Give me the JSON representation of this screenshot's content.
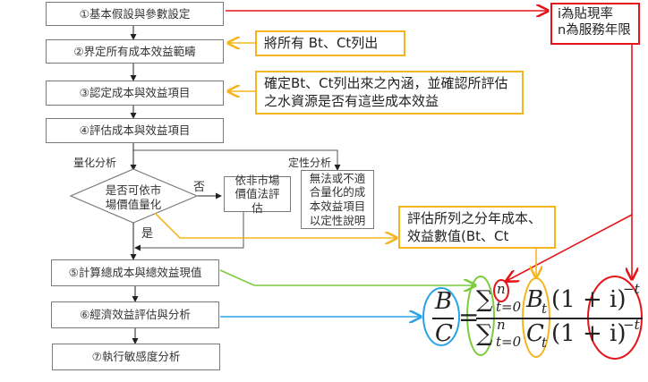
{
  "steps": [
    {
      "label": "①基本假設與參數設定"
    },
    {
      "label": "②界定所有成本效益範疇"
    },
    {
      "label": "③認定成本與效益項目"
    },
    {
      "label": "④評估成本與效益項目"
    },
    {
      "label": "⑤計算總成本與總效益現值"
    },
    {
      "label": "⑥經濟效益評估與分析"
    },
    {
      "label": "⑦執行敏感度分析"
    }
  ],
  "branches": {
    "quantitative_label": "量化分析",
    "qualitative_label": "定性分析",
    "decision": "是否可依市場價值量化",
    "no_label": "否",
    "yes_label": "是",
    "non_market": "依非市場價值法評估",
    "qualitative_box": "無法或不適合量化的成本效益項目以定性說明"
  },
  "notes": {
    "list_all": "將所有 Bt、Ct列出",
    "confirm": "確定Bt、Ct列出來之內涵，並確認所評估之水資源是否有這些成本效益",
    "evaluate": "評估所列之分年成本、效益數值(Bt、Ct",
    "params_line1": "i為貼現率",
    "params_line2": "n為服務年限"
  },
  "formula": {
    "lhs_num": "B",
    "lhs_den": "C",
    "equals": "=",
    "sum": "∑",
    "upper": "n",
    "lower": "t=0",
    "num_term": "B",
    "den_term": "C",
    "sub": "t",
    "factor": "(1 + i)",
    "exponent": "−t"
  },
  "colors": {
    "red": "#e5141a",
    "orange": "#f5b521",
    "green": "#7ccc3e",
    "blue": "#2aa3e8",
    "gray": "#7a7a7a"
  }
}
